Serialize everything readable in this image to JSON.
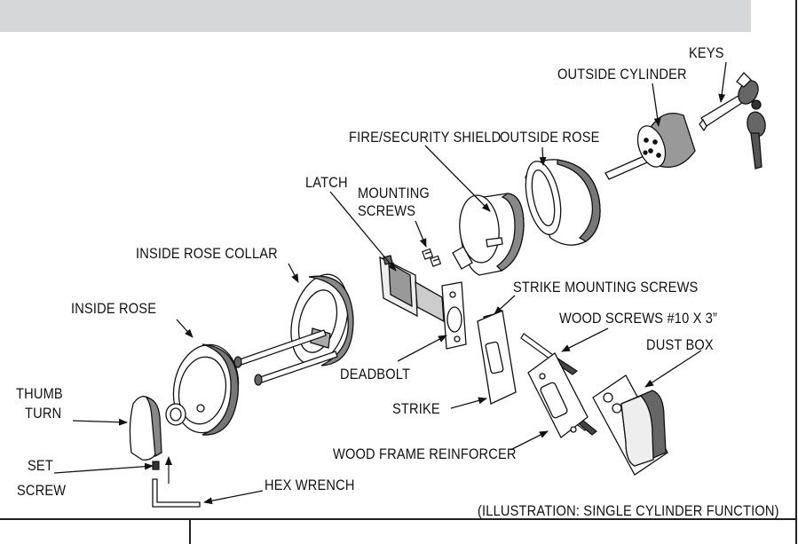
{
  "labels": {
    "keys": "KEYS",
    "outside_cylinder": "OUTSIDE CYLINDER",
    "fire_security_shield": "FIRE/SECURITY SHIELD",
    "outside_rose": "OUTSIDE ROSE",
    "latch": "LATCH",
    "mounting_screws_1": "MOUNTING",
    "mounting_screws_2": "SCREWS",
    "inside_rose_collar": "INSIDE ROSE COLLAR",
    "strike_mounting_screws": "STRIKE MOUNTING SCREWS",
    "inside_rose": "INSIDE ROSE",
    "wood_screws": "WOOD SCREWS #10 X 3”",
    "dust_box": "DUST BOX",
    "thumb_turn_1": "THUMB",
    "thumb_turn_2": "TURN",
    "deadbolt": "DEADBOLT",
    "strike": "STRIKE",
    "wood_frame_reinforcer": "WOOD FRAME REINFORCER",
    "set_screw_1": "SET",
    "set_screw_2": "SCREW",
    "hex_wrench": "HEX WRENCH"
  },
  "caption": "(ILLUSTRATION: SINGLE CYLINDER FUNCTION)",
  "colors": {
    "header_band": "#d6d7d8",
    "line": "#111111",
    "frame": "#222222"
  }
}
